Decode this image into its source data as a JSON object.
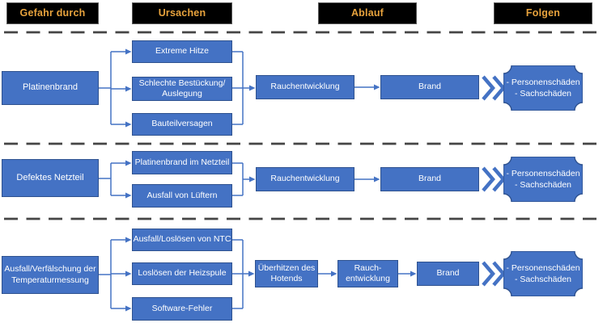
{
  "headers": [
    "Gefahr durch",
    "Ursachen",
    "Ablauf",
    "Folgen"
  ],
  "colors": {
    "box_fill": "#4472C4",
    "box_border": "#2F528F",
    "header_bg": "#000000",
    "header_text": "#E8A33D",
    "connector": "#4472C4",
    "divider": "#454545",
    "box_text": "#FFFFFF"
  },
  "rows": [
    {
      "hazard": "Platinenbrand",
      "causes": [
        "Extreme Hitze",
        "Schlechte Bestückung/\nAuslegung",
        "Bauteilversagen"
      ],
      "sequence": [
        "Rauchentwicklung",
        "Brand"
      ],
      "consequences": [
        "- Personenschäden",
        "- Sachschäden"
      ]
    },
    {
      "hazard": "Defektes Netzteil",
      "causes": [
        "Platinenbrand im Netzteil",
        "Ausfall von Lüftern"
      ],
      "sequence": [
        "Rauchentwicklung",
        "Brand"
      ],
      "consequences": [
        "- Personenschäden",
        "- Sachschäden"
      ]
    },
    {
      "hazard": "Ausfall/Verfälschung der\nTemperaturmessung",
      "causes": [
        "Ausfall/Loslösen von NTC",
        "Loslösen der Heizspule",
        "Software-Fehler"
      ],
      "sequence": [
        "Überhitzen des\nHotends",
        "Rauch-\nentwicklung",
        "Brand"
      ],
      "consequences": [
        "- Personenschäden",
        "- Sachschäden"
      ]
    }
  ]
}
